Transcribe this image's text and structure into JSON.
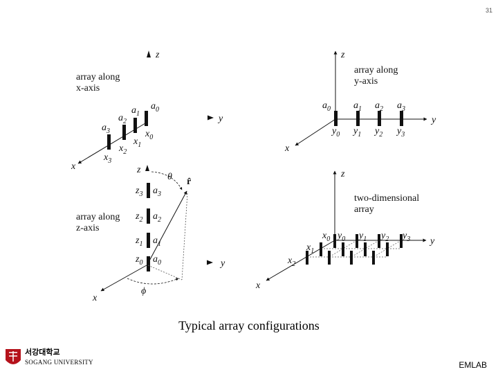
{
  "page_number": "31",
  "caption": "Typical array configurations",
  "footer_label": "EMLAB",
  "logo": {
    "name_korean": "서강대학교",
    "name_english": "SOGANG UNIVERSITY"
  },
  "panels": {
    "x_axis_array": {
      "title_line1": "array along",
      "title_line2": "x-axis",
      "axis_z": "z",
      "axis_y": "y",
      "axis_x": "x",
      "elements": [
        {
          "a_base": "a",
          "a_sub": "0",
          "x_base": "x",
          "x_sub": "0"
        },
        {
          "a_base": "a",
          "a_sub": "1",
          "x_base": "x",
          "x_sub": "1"
        },
        {
          "a_base": "a",
          "a_sub": "2",
          "x_base": "x",
          "x_sub": "2"
        },
        {
          "a_base": "a",
          "a_sub": "3",
          "x_base": "x",
          "x_sub": "3"
        }
      ]
    },
    "y_axis_array": {
      "title_line1": "array along",
      "title_line2": "y-axis",
      "axis_z": "z",
      "axis_y": "y",
      "axis_x": "x",
      "elements": [
        {
          "a_base": "a",
          "a_sub": "0",
          "y_base": "y",
          "y_sub": "0"
        },
        {
          "a_base": "a",
          "a_sub": "1",
          "y_base": "y",
          "y_sub": "1"
        },
        {
          "a_base": "a",
          "a_sub": "2",
          "y_base": "y",
          "y_sub": "2"
        },
        {
          "a_base": "a",
          "a_sub": "3",
          "y_base": "y",
          "y_sub": "3"
        }
      ]
    },
    "z_axis_array": {
      "title_line1": "array along",
      "title_line2": "z-axis",
      "axis_z": "z",
      "axis_y": "y",
      "axis_x": "x",
      "theta": "θ",
      "phi": "ϕ",
      "r_hat": "r̂",
      "elements": [
        {
          "a_base": "a",
          "a_sub": "0",
          "z_base": "z",
          "z_sub": "0"
        },
        {
          "a_base": "a",
          "a_sub": "1",
          "z_base": "z",
          "z_sub": "1"
        },
        {
          "a_base": "a",
          "a_sub": "2",
          "z_base": "z",
          "z_sub": "2"
        },
        {
          "a_base": "a",
          "a_sub": "3",
          "z_base": "z",
          "z_sub": "3"
        }
      ]
    },
    "two_dimensional_array": {
      "title_line1": "two-dimensional",
      "title_line2": "array",
      "axis_z": "z",
      "axis_y": "y",
      "axis_x": "x",
      "x_labels": [
        {
          "base": "x",
          "sub": "0"
        },
        {
          "base": "x",
          "sub": "1"
        },
        {
          "base": "x",
          "sub": "2"
        }
      ],
      "y_labels": [
        {
          "base": "y",
          "sub": "0"
        },
        {
          "base": "y",
          "sub": "1"
        },
        {
          "base": "y",
          "sub": "2"
        },
        {
          "base": "y",
          "sub": "3"
        }
      ]
    }
  }
}
